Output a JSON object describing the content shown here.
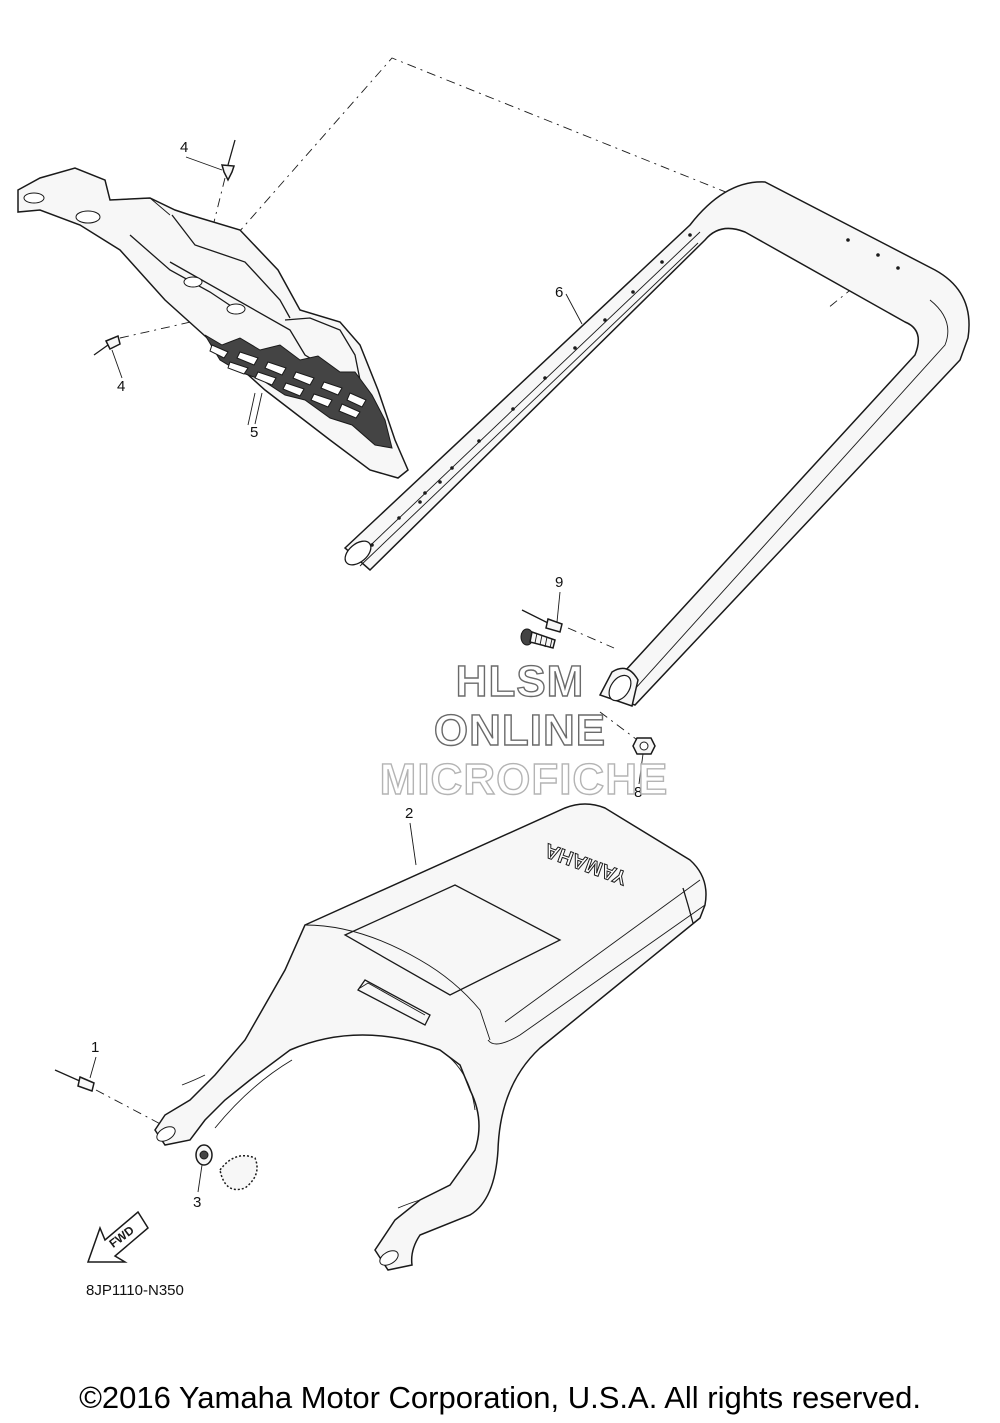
{
  "labels": {
    "p1": "1",
    "p2": "2",
    "p3": "3",
    "p4a": "4",
    "p4b": "4",
    "p5": "5",
    "p6": "6",
    "p8": "8",
    "p9": "9"
  },
  "fwd_label": "FWD",
  "brand_decal": "YAMAHA",
  "diagram_code": "8JP1110-N350",
  "watermark": {
    "line1": "HLSM",
    "line2": "ONLINE",
    "line3": "MICROFICHE"
  },
  "copyright": "©2016 Yamaha Motor Corporation, U.S.A. All rights reserved."
}
